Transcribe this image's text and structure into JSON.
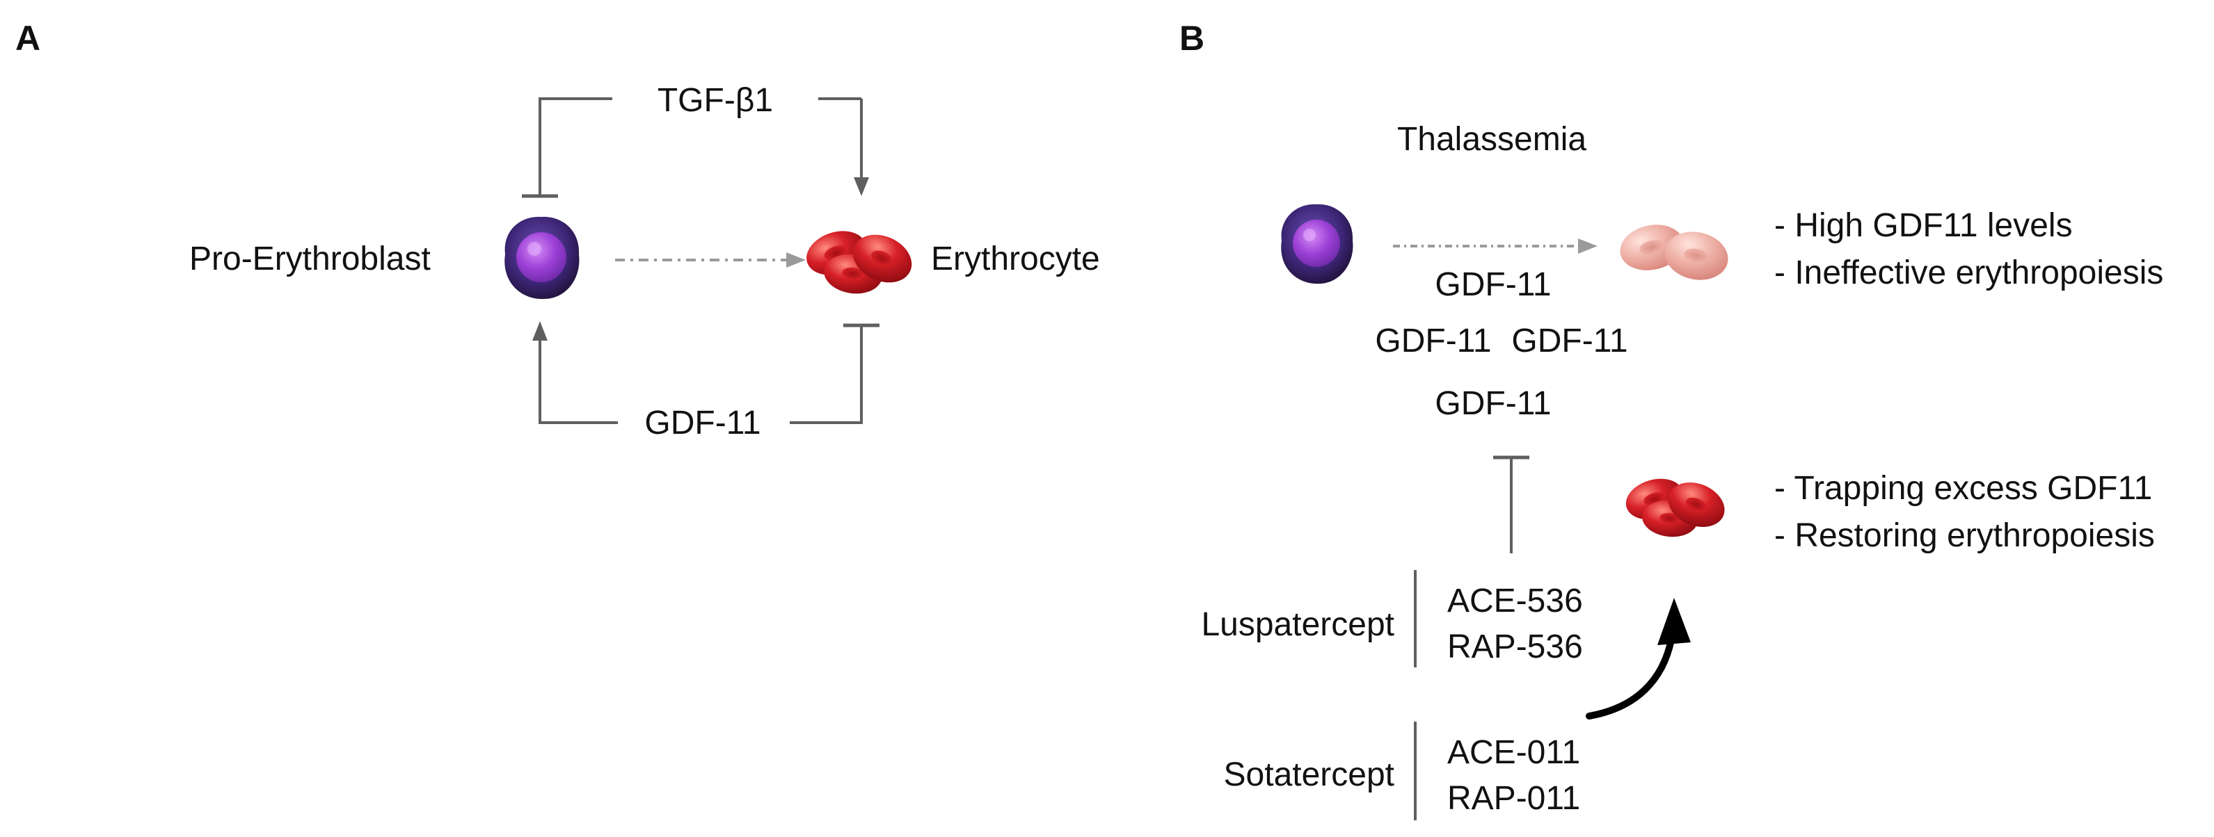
{
  "colors": {
    "line": "#5f5f5f",
    "dashed_arrow": "#9a9a9a",
    "text": "#111111",
    "curved_arrow": "#000000",
    "cell_dark": "#3b2473",
    "cell_light": "#9b3fd6",
    "rbc_red": "#cc1d23",
    "rbc_pale": "#efb1a7"
  },
  "panel_a": {
    "label": "A",
    "left_node": "Pro-Erythroblast",
    "right_node": "Erythrocyte",
    "top_factor": "TGF-β1",
    "bottom_factor": "GDF-11",
    "icons": {
      "progenitor": "pro-erythroblast-cell-icon",
      "rbc": "red-blood-cells-icon"
    }
  },
  "panel_b": {
    "label": "B",
    "title": "Thalassemia",
    "gdf_labels": [
      "GDF-11",
      "GDF-11",
      "GDF-11",
      "GDF-11"
    ],
    "upper_notes": [
      "- High GDF11 levels",
      "- Ineffective erythropoiesis"
    ],
    "lower_notes": [
      "- Trapping excess GDF11",
      "- Restoring erythropoiesis"
    ],
    "drugs": [
      {
        "name": "Luspatercept",
        "codes": [
          "ACE-536",
          "RAP-536"
        ]
      },
      {
        "name": "Sotatercept",
        "codes": [
          "ACE-011",
          "RAP-011"
        ]
      }
    ],
    "icons": {
      "progenitor": "pro-erythroblast-cell-icon",
      "pale_rbc": "pale-red-blood-cells-icon",
      "rbc": "red-blood-cells-icon"
    }
  }
}
